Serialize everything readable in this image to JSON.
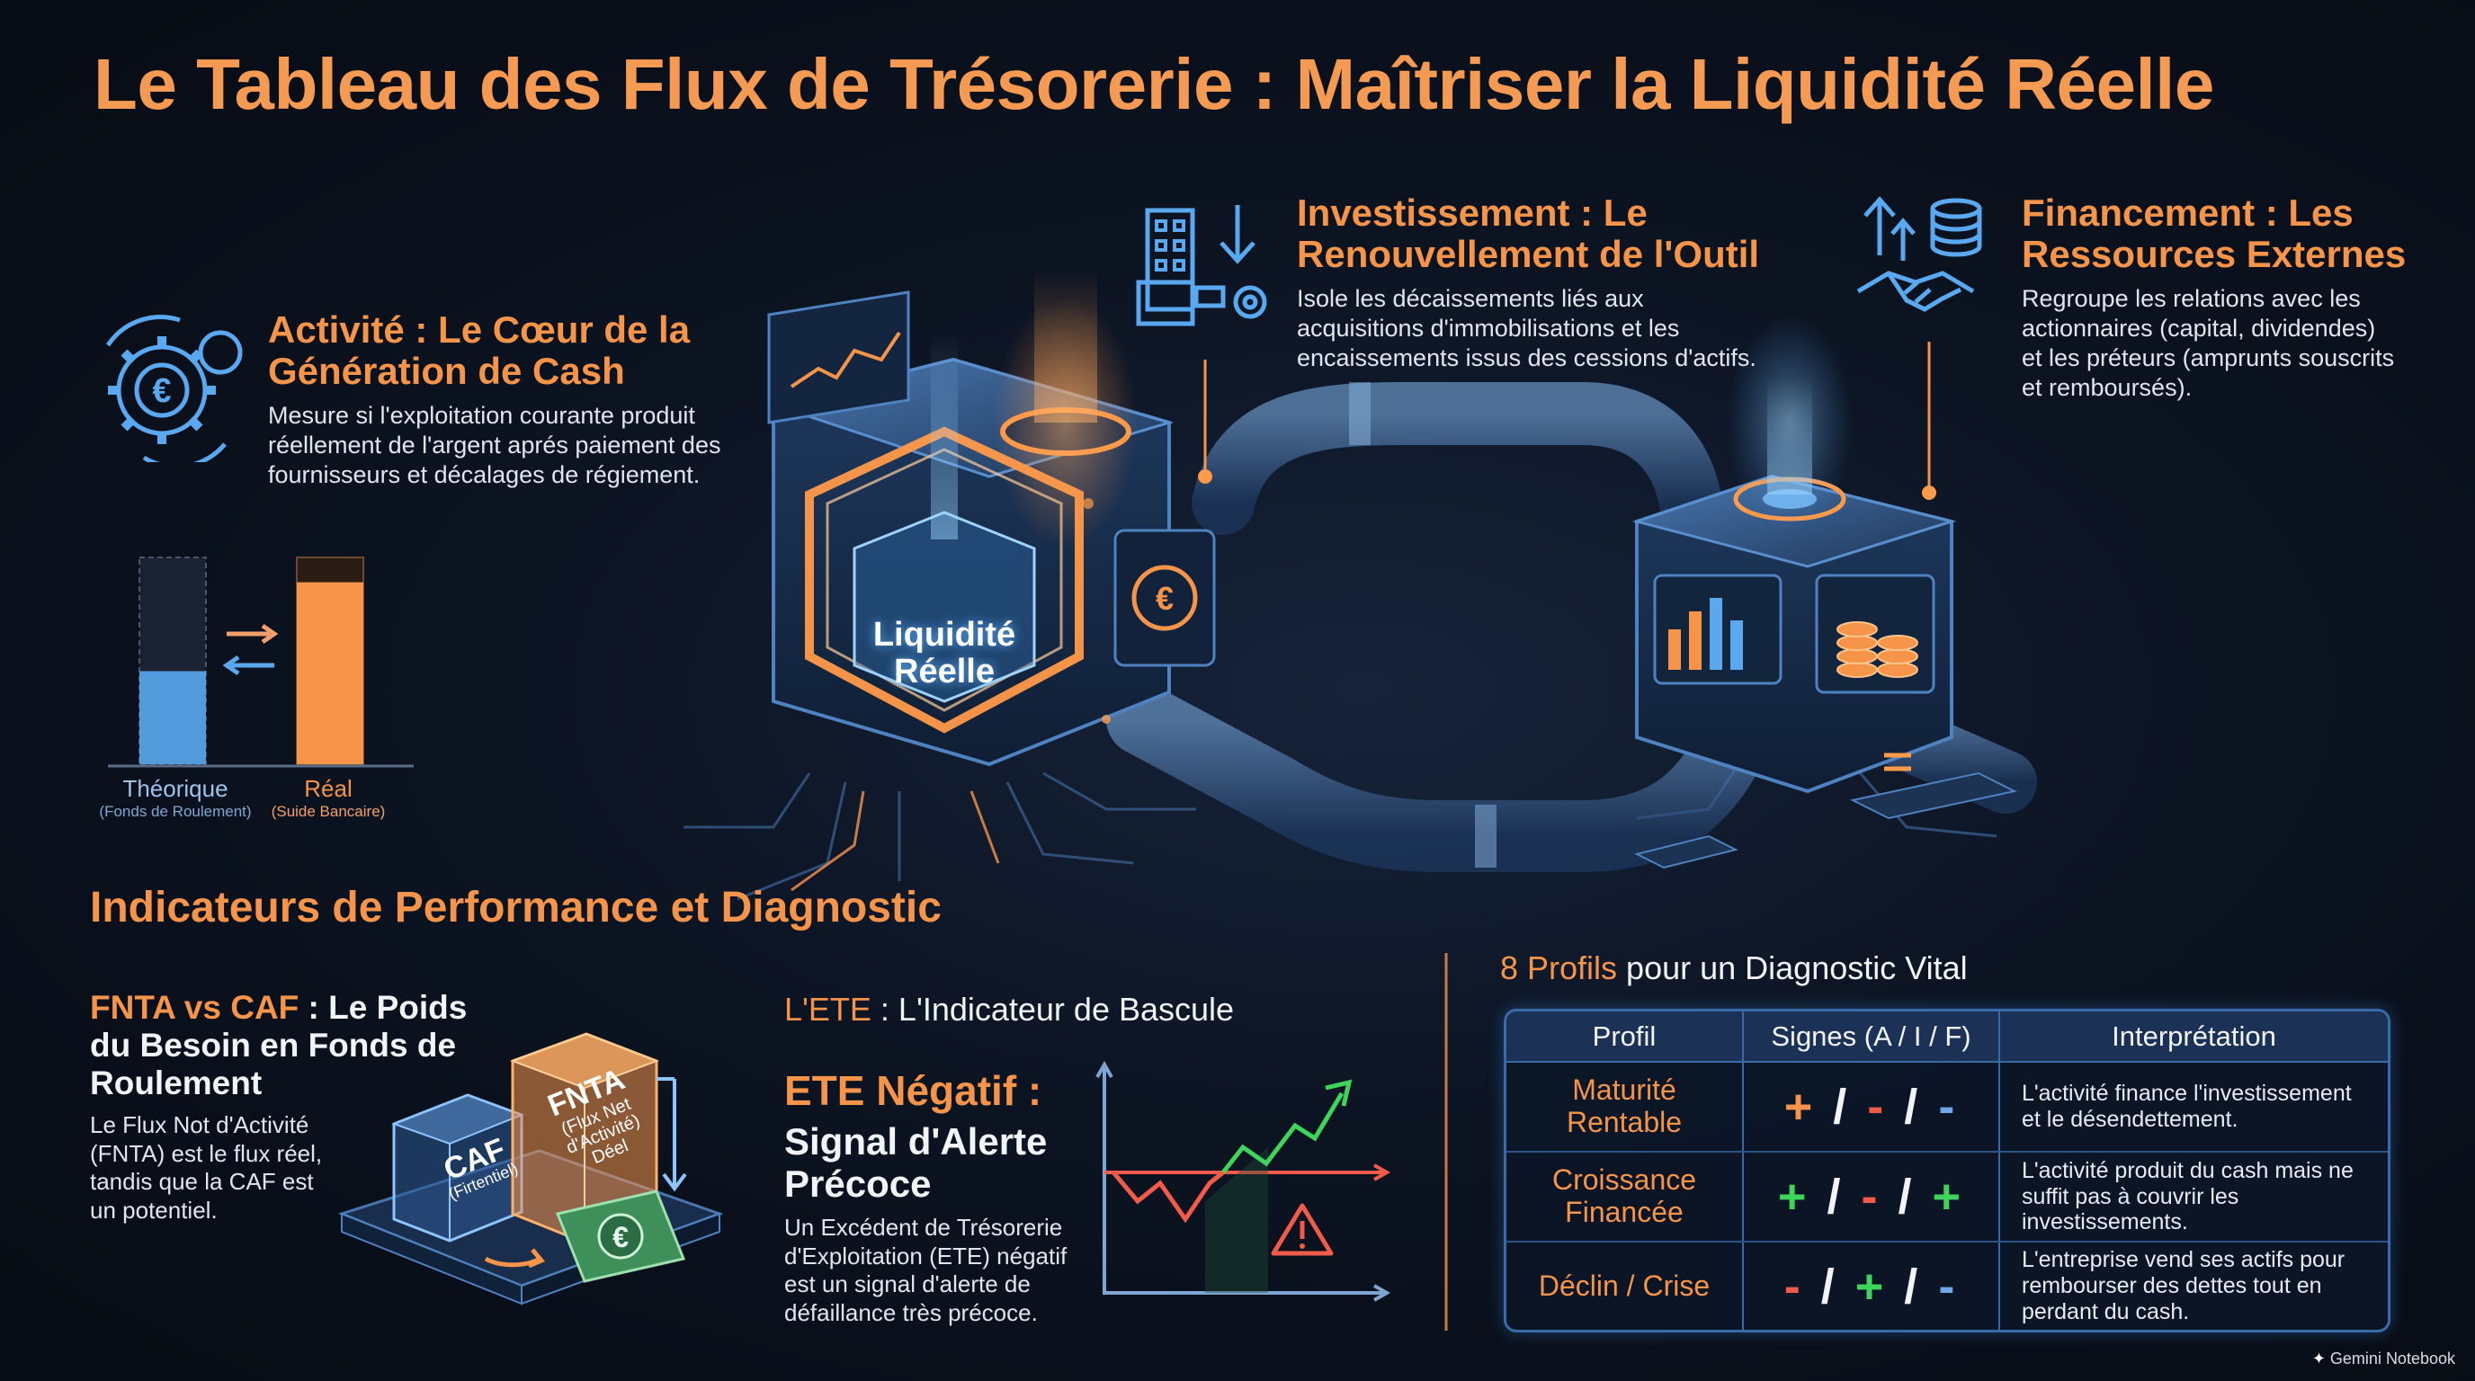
{
  "title": "Le Tableau des Flux de Trésorerie : Maîtriser la Liquidité Réelle",
  "activite": {
    "title_line1": "Activité : Le Cœur de la",
    "title_line2": "Génération de Cash",
    "desc": [
      "Mesure si l'exploitation courante produit",
      "réellement de l'argent aprés paiement des",
      "fournisseurs et décalages de régiement."
    ]
  },
  "investissement": {
    "title_line1": "Investissement : Le",
    "title_line2": "Renouvellement de l'Outil",
    "desc": [
      "Isole les décaissements liés aux",
      "acquisitions d'immobilisations et les",
      "encaissements issus des cessions d'actifs."
    ]
  },
  "financement": {
    "title_line1": "Financement : Les",
    "title_line2": "Ressources Externes",
    "desc": [
      "Regroupe les relations avec les",
      "actionnaires (capital, dividendes)",
      "et les préteurs (amprunts souscrits",
      "et remboursés)."
    ]
  },
  "center_label": [
    "Liquidité",
    "Réelle"
  ],
  "liquidity_bars": {
    "theorique": {
      "label": "Théorique",
      "sub": "(Fonds de Roulement)",
      "fill": 0.45,
      "color": "#5aa9f0"
    },
    "reel": {
      "label": "Réal",
      "sub": "(Suide Bancaire)",
      "fill": 0.88,
      "color": "#f6944a"
    }
  },
  "indicateurs_title": "Indicateurs de Performance et Diagnostic",
  "fnta": {
    "title_a": "FNTA vs CAF",
    "title_b": " : Le Poids",
    "title_line2": "du Besoin en Fonds de",
    "title_line3": "Roulement",
    "desc": [
      "Le Flux Not d'Activité",
      "(FNTA) est le flux réel,",
      "tandis que la CAF est",
      "un potentiel."
    ],
    "box_caf": "CAF",
    "box_caf_sub": "(Firtentiel)",
    "box_fnta": "FNTA",
    "box_fnta_sub": [
      "(Flux Net",
      "d'Activité)",
      "Déel"
    ]
  },
  "ete": {
    "title_a": "L'ETE",
    "title_b": " : L'Indicateur de Bascule",
    "neg_title": "ETE Négatif :",
    "signal_line1": "Signal d'Alerte",
    "signal_line2": "Précoce",
    "desc": [
      "Un Excédent de Trésorerie",
      "d'Exploitation (ETE) négatif",
      "est un signal d'alerte de",
      "défaillance très précoce."
    ]
  },
  "profils": {
    "title_a": "8 Profils",
    "title_b": " pour un Diagnostic Vital",
    "headers": [
      "Profil",
      "Signes (A / I / F)",
      "Interprétation"
    ],
    "rows": [
      {
        "profile": [
          "Maturité",
          "Rentable"
        ],
        "signs": [
          "+",
          "-",
          "-"
        ],
        "interp": [
          "L'activité finance l'investissement",
          "et le désendettement."
        ]
      },
      {
        "profile": [
          "Croissance",
          "Financée"
        ],
        "signs": [
          "+",
          "-",
          "+"
        ],
        "interp": [
          "L'activité produit du cash mais ne",
          "suffit pas à couvrir les",
          "investissements."
        ]
      },
      {
        "profile": [
          "Déclin / Crise"
        ],
        "signs": [
          "-",
          "+",
          "-"
        ],
        "interp": [
          "L'entreprise vend ses actifs pour",
          "rembourser des dettes tout en",
          "perdant du cash."
        ]
      }
    ]
  },
  "colors": {
    "accent": "#f6944a",
    "blue": "#5aa9f0",
    "green": "#3fd45b",
    "red": "#f25a4a"
  },
  "watermark": "Gemini Notebook"
}
